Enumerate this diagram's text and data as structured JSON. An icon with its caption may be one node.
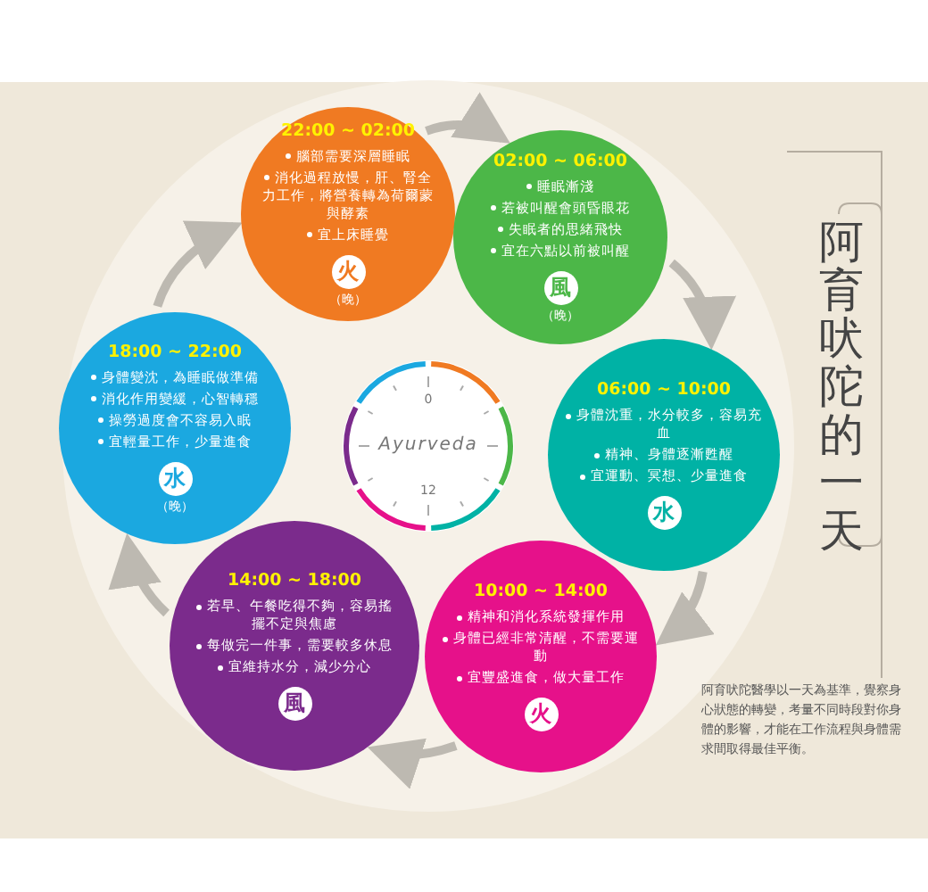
{
  "diagram": {
    "title": "阿育吠陀的一天",
    "nodes": [
      {
        "text": [
          "22:00 ~ 02:00",
          "腦部需要深層睡眠",
          "消化過程放慢，肝、腎全力工作，將營養轉為荷爾蒙與酵素",
          "宜上床睡覺",
          "火",
          "（晚）"
        ]
      },
      {
        "text": [
          "02:00 ~ 06:00",
          "睡眠漸淺",
          "若被叫醒會頭昏眼花",
          "失眠者的思緒飛快",
          "宜在六點以前被叫醒",
          "風",
          "（晚）"
        ]
      },
      {
        "text": [
          "18:00 ~ 22:00",
          "身體變沈，為睡眠做準備",
          "消化作用變緩，心智轉穩",
          "操勞過度會不容易入眠",
          "宜輕量工作，少量進食",
          "水",
          "（晚）"
        ]
      },
      {
        "text": [
          "0",
          "Ayurveda",
          "12"
        ]
      },
      {
        "text": [
          "06:00 ~ 10:00",
          "身體沈重，水分較多，容易充血",
          "精神、身體逐漸甦醒",
          "宜運動、冥想、少量進食",
          "水"
        ]
      },
      {
        "text": [
          "14:00 ~ 18:00",
          "若早、午餐吃得不夠，容易搖擺不定與焦慮",
          "每做完一件事，需要較多休息",
          "宜維持水分，減少分心",
          "風"
        ]
      },
      {
        "text": [
          "10:00 ~ 14:00",
          "精神和消化系統發揮作用",
          "身體已經非常清醒，不需要運動",
          "宜豐盛進食，做大量工作",
          "火"
        ]
      }
    ],
    "edges": [
      {
        "from": 0,
        "to": 1,
        "arrow": "to"
      },
      {
        "from": 1,
        "to": 4,
        "arrow": "to"
      },
      {
        "from": 4,
        "to": 6,
        "arrow": "to"
      },
      {
        "from": 6,
        "to": 5,
        "arrow": "to"
      },
      {
        "from": 5,
        "to": 2,
        "arrow": "to"
      },
      {
        "from": 2,
        "to": 0,
        "arrow": "to"
      }
    ],
    "labels": [
      "阿育吠陀醫學以一天為基準，覺察身心狀態的轉變，考量不同時段對你身體的影響，才能在工作流程與身體需求間取得最佳平衡。"
    ]
  }
}
